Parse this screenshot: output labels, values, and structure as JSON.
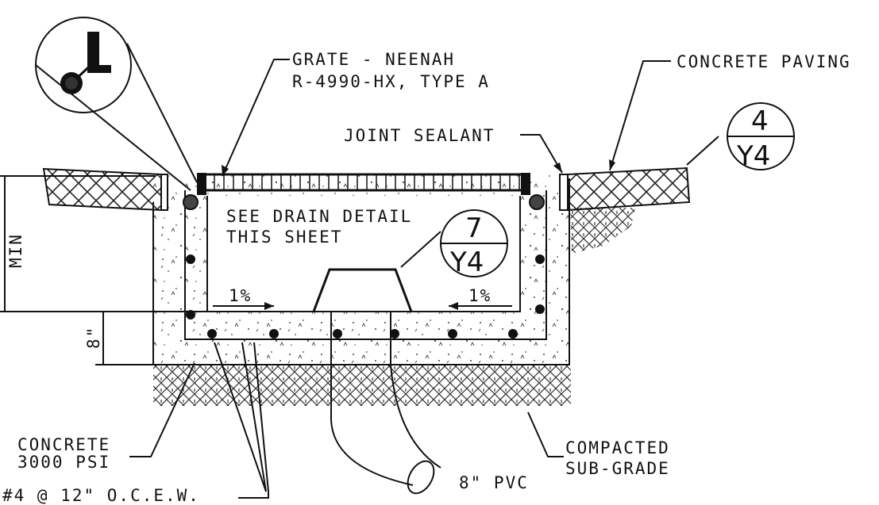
{
  "labels": {
    "grate_line1": "GRATE - NEENAH",
    "grate_line2": "R-4990-HX, TYPE A",
    "concrete_paving": "CONCRETE PAVING",
    "joint_sealant": "JOINT SEALANT",
    "see_drain_line1": "SEE DRAIN DETAIL",
    "see_drain_line2": "THIS SHEET",
    "slope_left": "1%",
    "slope_right": "1%",
    "dim_min": "MIN",
    "dim_8in": "8\"",
    "concrete_line1": "CONCRETE",
    "concrete_line2": "3000 PSI",
    "compacted_line1": "COMPACTED",
    "compacted_line2": "SUB-GRADE",
    "pvc": "8\" PVC",
    "rebar": "#4 @ 12\" O.C.E.W.",
    "angle_symbol": "L"
  },
  "callouts": {
    "section_top": "4",
    "section_bottom": "Y4",
    "drain_top": "7",
    "drain_bottom": "Y4"
  }
}
